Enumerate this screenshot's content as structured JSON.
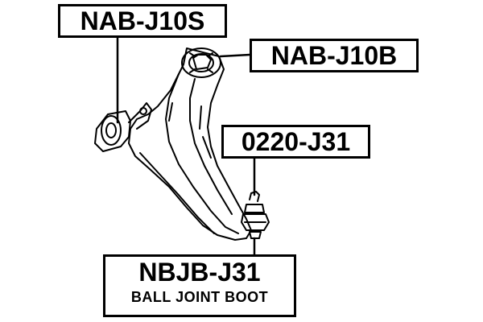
{
  "callouts": {
    "nab_j10s": {
      "part_number": "NAB-J10S"
    },
    "nab_j10b": {
      "part_number": "NAB-J10B"
    },
    "c0220_j31": {
      "part_number": "0220-J31"
    },
    "nbjb_j31": {
      "part_number": "NBJB-J31",
      "description": "BALL JOINT BOOT"
    }
  },
  "colors": {
    "line": "#000000",
    "background": "#ffffff"
  }
}
